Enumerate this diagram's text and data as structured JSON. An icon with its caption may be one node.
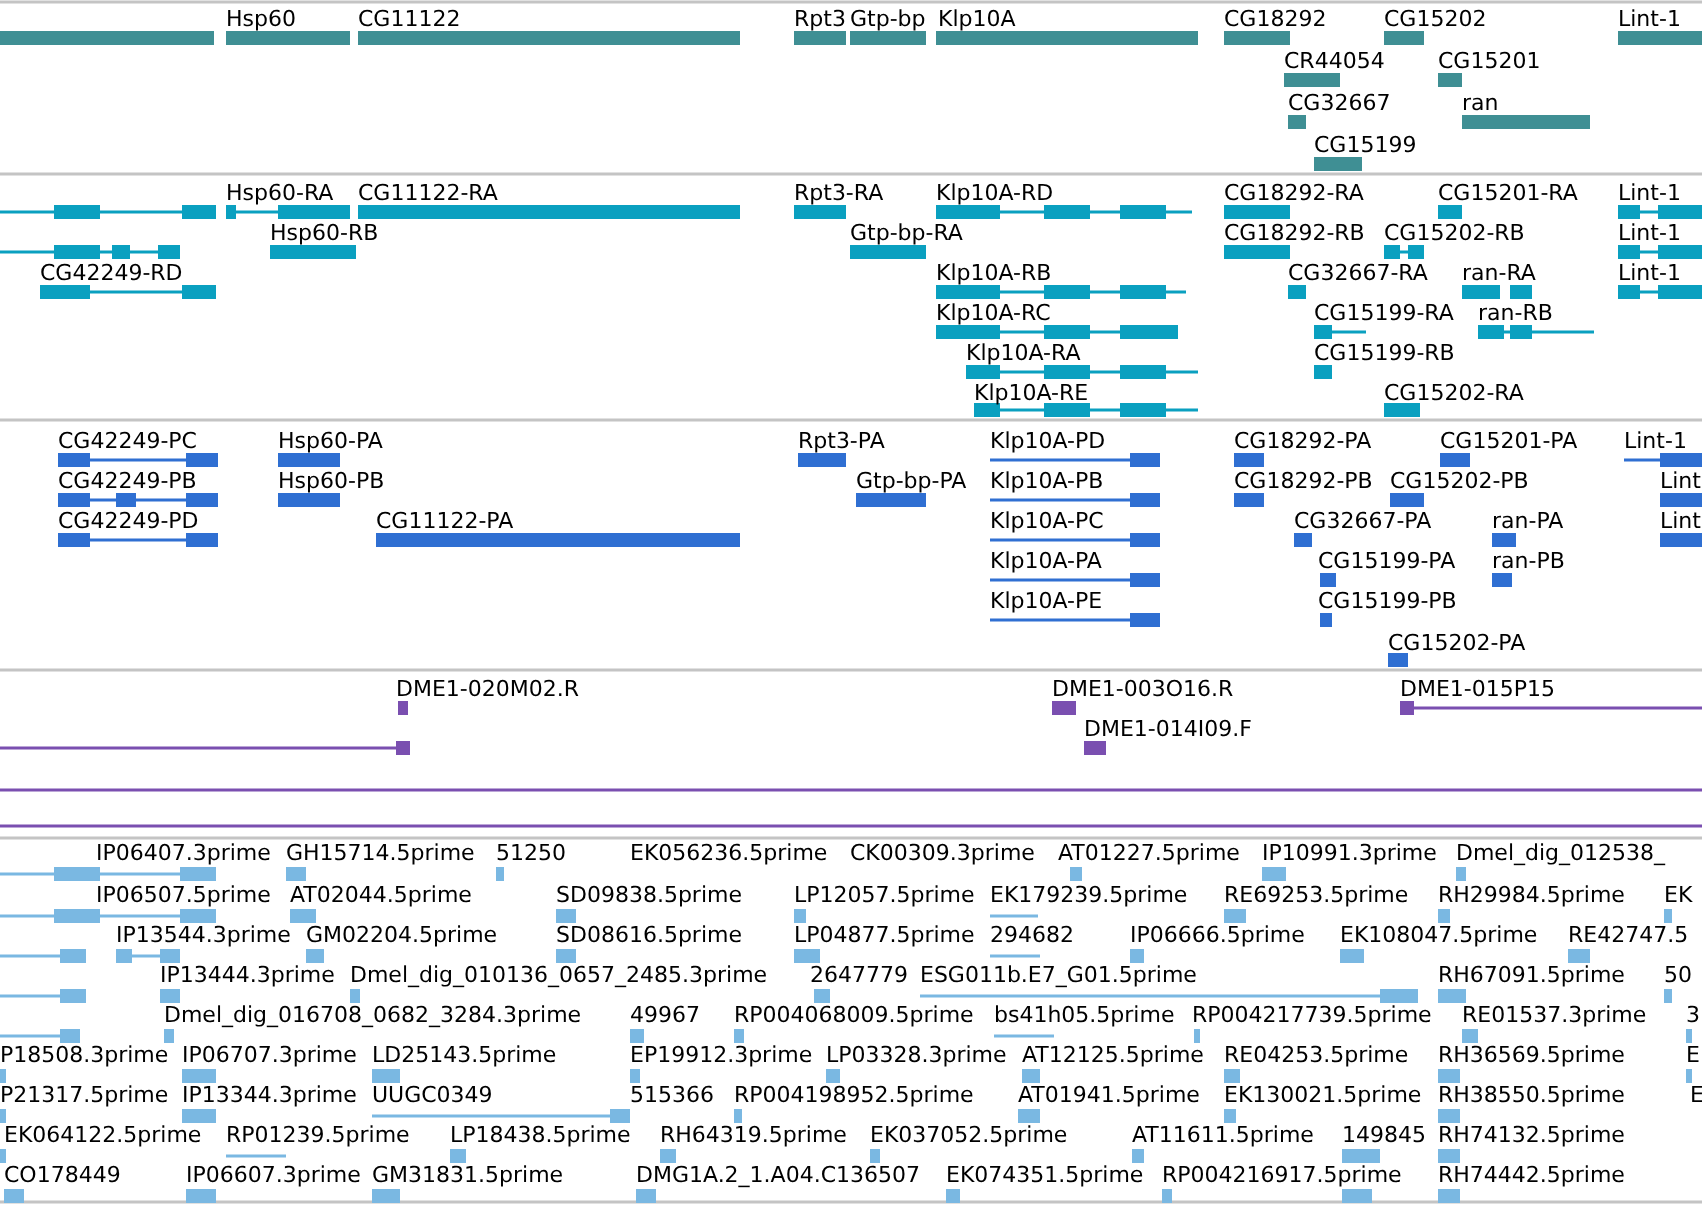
{
  "diagram": {
    "labels": [
      "Hsp60",
      "CG11122",
      "Rpt3",
      "Gtp-bp",
      "Klp10A",
      "CG18292",
      "CG15202",
      "Lint-1",
      "CR44054",
      "CG15201",
      "CG32667",
      "ran",
      "CG15199",
      "Hsp60-RA",
      "CG11122-RA",
      "Rpt3-RA",
      "Klp10A-RD",
      "CG18292-RA",
      "CG15201-RA",
      "Lint-1",
      "Hsp60-RB",
      "Gtp-bp-RA",
      "CG18292-RB",
      "CG15202-RB",
      "Lint-1",
      "CG42249-RD",
      "Klp10A-RB",
      "CG32667-RA",
      "ran-RA",
      "Lint-1",
      "Klp10A-RC",
      "CG15199-RA",
      "ran-RB",
      "Klp10A-RA",
      "CG15199-RB",
      "Klp10A-RE",
      "CG15202-RA",
      "CG42249-PC",
      "Hsp60-PA",
      "Rpt3-PA",
      "Klp10A-PD",
      "CG18292-PA",
      "CG15201-PA",
      "Lint-1",
      "CG42249-PB",
      "Hsp60-PB",
      "Gtp-bp-PA",
      "Klp10A-PB",
      "CG18292-PB",
      "CG15202-PB",
      "Lint",
      "CG42249-PD",
      "CG11122-PA",
      "Klp10A-PC",
      "CG32667-PA",
      "ran-PA",
      "Lint",
      "Klp10A-PA",
      "CG15199-PA",
      "ran-PB",
      "Klp10A-PE",
      "CG15199-PB",
      "CG15202-PA",
      "DME1-020M02.R",
      "DME1-003O16.R",
      "DME1-015P15",
      "DME1-014I09.F",
      "IP06407.3prime",
      "GH15714.5prime",
      "51250",
      "EK056236.5prime",
      "CK00309.3prime",
      "AT01227.5prime",
      "IP10991.3prime",
      "Dmel_dig_012538_",
      "IP06507.5prime",
      "AT02044.5prime",
      "SD09838.5prime",
      "LP12057.5prime",
      "EK179239.5prime",
      "RE69253.5prime",
      "RH29984.5prime",
      "EK",
      "IP13544.3prime",
      "GM02204.5prime",
      "SD08616.5prime",
      "LP04877.5prime",
      "294682",
      "IP06666.5prime",
      "EK108047.5prime",
      "RE42747.5",
      "IP13444.3prime",
      "Dmel_dig_010136_0657_2485.3prime",
      "2647779",
      "ESG011b.E7_G01.5prime",
      "RH67091.5prime",
      "50",
      "Dmel_dig_016708_0682_3284.3prime",
      "49967",
      "RP004068009.5prime",
      "bs41h05.5prime",
      "RP004217739.5prime",
      "RE01537.3prime",
      "3",
      "P18508.3prime",
      "IP06707.3prime",
      "LD25143.5prime",
      "EP19912.3prime",
      "LP03328.3prime",
      "AT12125.5prime",
      "RE04253.5prime",
      "RH36569.5prime",
      "E",
      "P21317.5prime",
      "IP13344.3prime",
      "UUGC0349",
      "515366",
      "RP004198952.5prime",
      "AT01941.5prime",
      "EK130021.5prime",
      "RH38550.5prime",
      "E",
      "EK064122.5prime",
      "RP01239.5prime",
      "LP18438.5prime",
      "RH64319.5prime",
      "EK037052.5prime",
      "AT11611.5prime",
      "149845",
      "RH74132.5prime",
      "CO178449",
      "IP06607.3prime",
      "GM31831.5prime",
      "DMG1A.2_1.A04.C136507",
      "EK074351.5prime",
      "RP004216917.5prime",
      "RH74442.5prime"
    ]
  }
}
